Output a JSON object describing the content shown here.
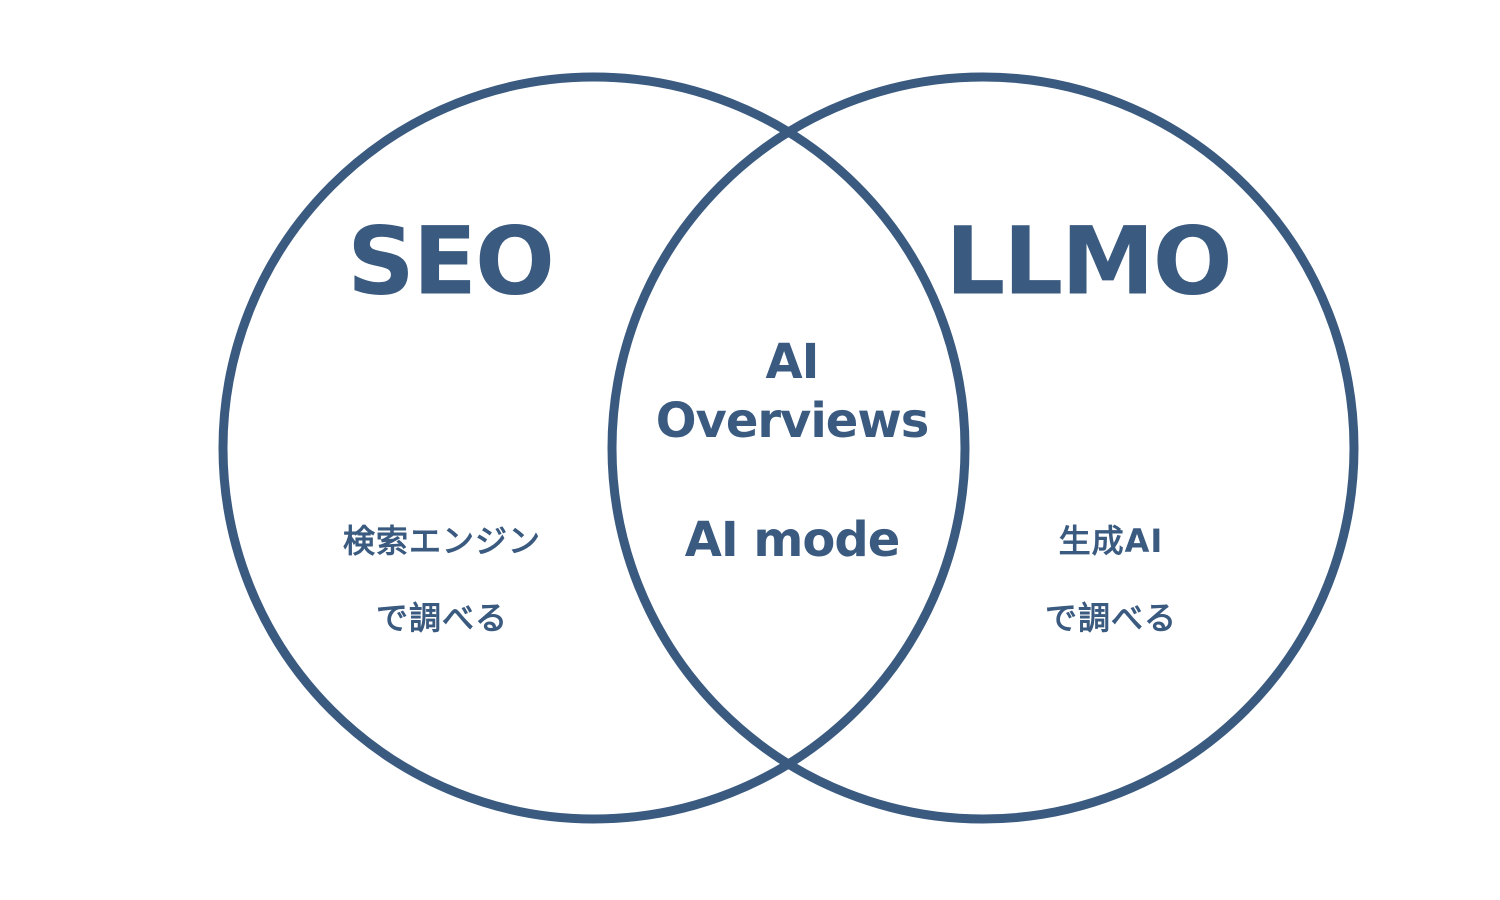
{
  "colors": {
    "primary": "#3a5a80",
    "background": "#ffffff"
  },
  "left_set": {
    "title": "SEO",
    "desc_line1": "検索エンジン",
    "desc_line2": "で調べる"
  },
  "right_set": {
    "title": "LLMO",
    "desc_line1": "生成AI",
    "desc_line2": "で調べる"
  },
  "overlap": {
    "line1": "AI",
    "line2": "Overviews",
    "line3": "AI mode"
  }
}
